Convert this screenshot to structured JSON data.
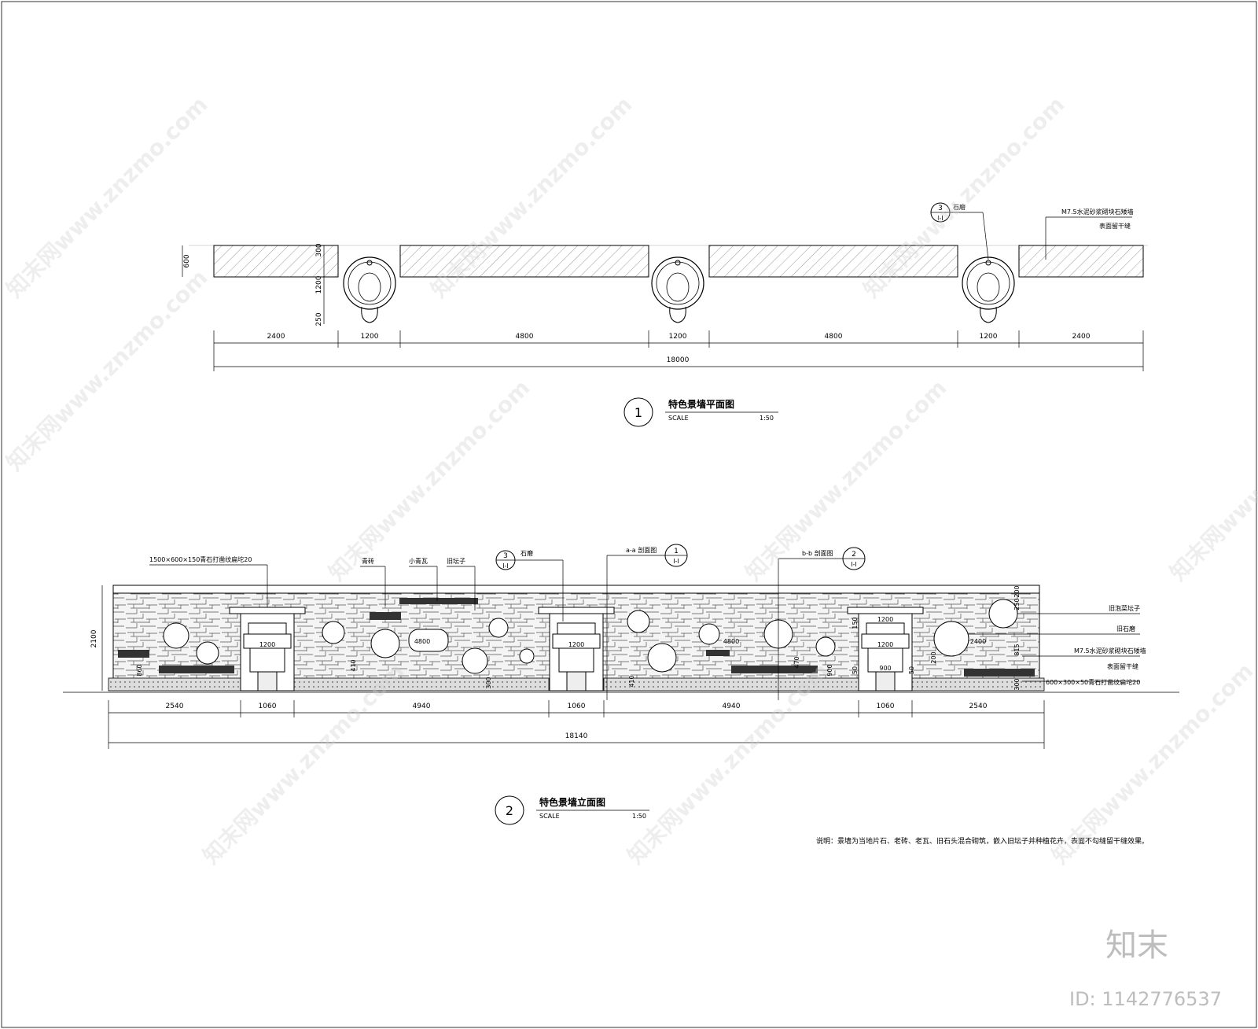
{
  "plan": {
    "height_dim": "600",
    "circle_dims": [
      "300",
      "1200",
      "250"
    ],
    "segments": [
      "2400",
      "1200",
      "4800",
      "1200",
      "4800",
      "1200",
      "2400"
    ],
    "total": "18000",
    "callout_no": "3",
    "callout_sub": "I-I",
    "callout_label": "石磨",
    "material_note_1": "M7.5水泥砂浆砌块石矮墙",
    "material_note_2": "表面留干缝",
    "title_no": "1",
    "title": "特色景墙平面图",
    "scale_label": "SCALE",
    "scale_value": "1:50"
  },
  "elevation": {
    "height_dim": "2100",
    "cap_label": "1500×600×150青石打凿纹扁坨20",
    "labels_top": [
      "青砖",
      "小青瓦",
      "旧坛子"
    ],
    "callout3": {
      "no": "3",
      "sub": "I-I",
      "label": "石磨"
    },
    "section_a": {
      "label": "a-a 剖面图",
      "no": "1",
      "sub": "I-I"
    },
    "section_b": {
      "label": "b-b 剖面图",
      "no": "2",
      "sub": "I-I"
    },
    "right_notes": [
      "旧泡菜坛子",
      "旧石磨",
      "M7.5水泥砂浆砌块石矮墙",
      "表面留干缝",
      "600×300×50青石打凿纹扁坨20"
    ],
    "inner_dims": [
      "1200",
      "1200",
      "1200",
      "1200",
      "4800",
      "4800",
      "2400",
      "860",
      "410",
      "300",
      "410",
      "900",
      "150",
      "250",
      "200",
      "815",
      "300",
      "50",
      "50",
      "200",
      "900",
      "470"
    ],
    "segments": [
      "2540",
      "1060",
      "4940",
      "1060",
      "4940",
      "1060",
      "2540"
    ],
    "total": "18140",
    "title_no": "2",
    "title": "特色景墙立面图",
    "scale_label": "SCALE",
    "scale_value": "1:50",
    "note": "说明：景墙为当地片石、老砖、老瓦、旧石头混合砌筑，嵌入旧坛子并种植花卉，表面不勾缝留干缝效果。"
  },
  "watermark": {
    "text": "知末网www.znzmo.com",
    "brand": "知末",
    "id": "ID: 1142776537"
  }
}
